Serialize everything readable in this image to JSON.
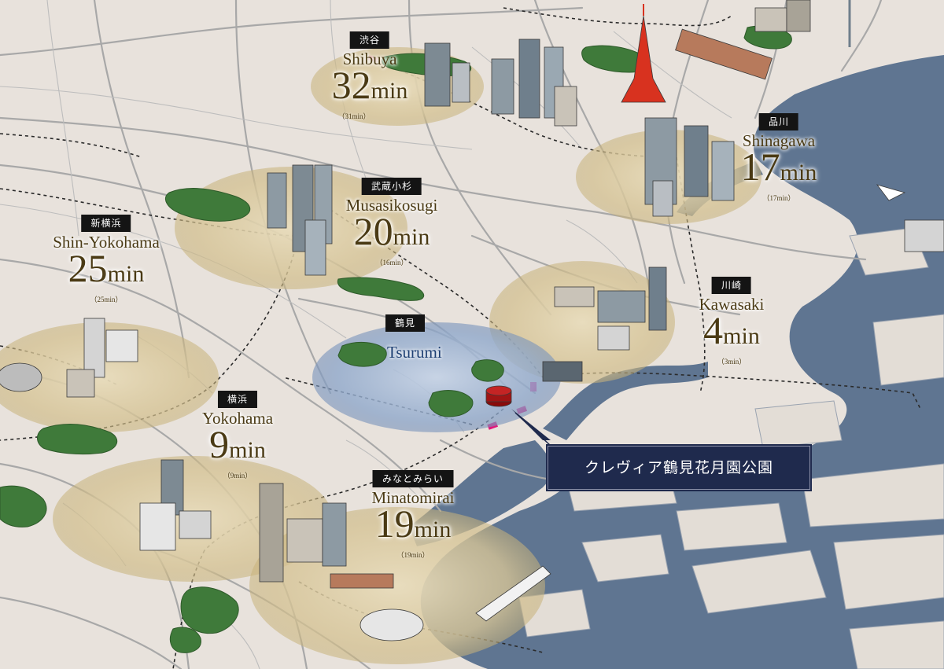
{
  "map": {
    "stations": [
      {
        "id": "shibuya",
        "jp": "渋谷",
        "en": "Shibuya",
        "time_num": "32",
        "time_unit": "min",
        "sub_time": "（31min）"
      },
      {
        "id": "shinagawa",
        "jp": "品川",
        "en": "Shinagawa",
        "time_num": "17",
        "time_unit": "min",
        "sub_time": "（17min）"
      },
      {
        "id": "musasikosugi",
        "jp": "武蔵小杉",
        "en": "Musasikosugi",
        "time_num": "20",
        "time_unit": "min",
        "sub_time": "（16min）"
      },
      {
        "id": "shin-yokohama",
        "jp": "新横浜",
        "en": "Shin-Yokohama",
        "time_num": "25",
        "time_unit": "min",
        "sub_time": "（25min）"
      },
      {
        "id": "kawasaki",
        "jp": "川崎",
        "en": "Kawasaki",
        "time_num": "4",
        "time_unit": "min",
        "sub_time": "（3min）"
      },
      {
        "id": "yokohama",
        "jp": "横浜",
        "en": "Yokohama",
        "time_num": "9",
        "time_unit": "min",
        "sub_time": "（9min）"
      },
      {
        "id": "minatomirai",
        "jp": "みなとみらい",
        "en": "Minatomirai",
        "time_num": "19",
        "time_unit": "min",
        "sub_time": "（19min）"
      }
    ],
    "origin": {
      "jp": "鶴見",
      "en": "Tsurumi"
    },
    "property_label": "クレヴィア鶴見花月園公園",
    "colors": {
      "land": "#e8e2dc",
      "water": "#5f7591",
      "road": "#a3a3a3",
      "gold_text": "#4a3a14",
      "halo": "#d9c79a",
      "origin_halo": "#7f9cc5",
      "property_box": "#1f2a4d",
      "rail_marker": "#e0187b",
      "park": "#3f7a3a"
    }
  }
}
